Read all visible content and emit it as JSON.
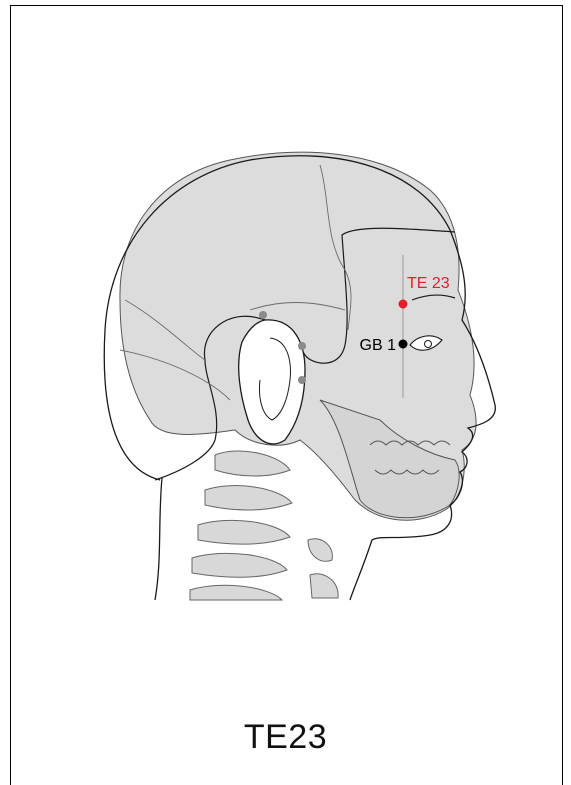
{
  "diagram": {
    "caption": "TE23",
    "points": {
      "primary": {
        "label": "TE 23",
        "color": "#e0202a"
      },
      "secondary": {
        "label": "GB 1",
        "color": "#000000"
      },
      "minor_color": "#8a8a8a"
    },
    "colors": {
      "bone_fill": "#dcdcdc",
      "outline": "#1a1a1a",
      "suture": "#6a6a6a"
    }
  }
}
